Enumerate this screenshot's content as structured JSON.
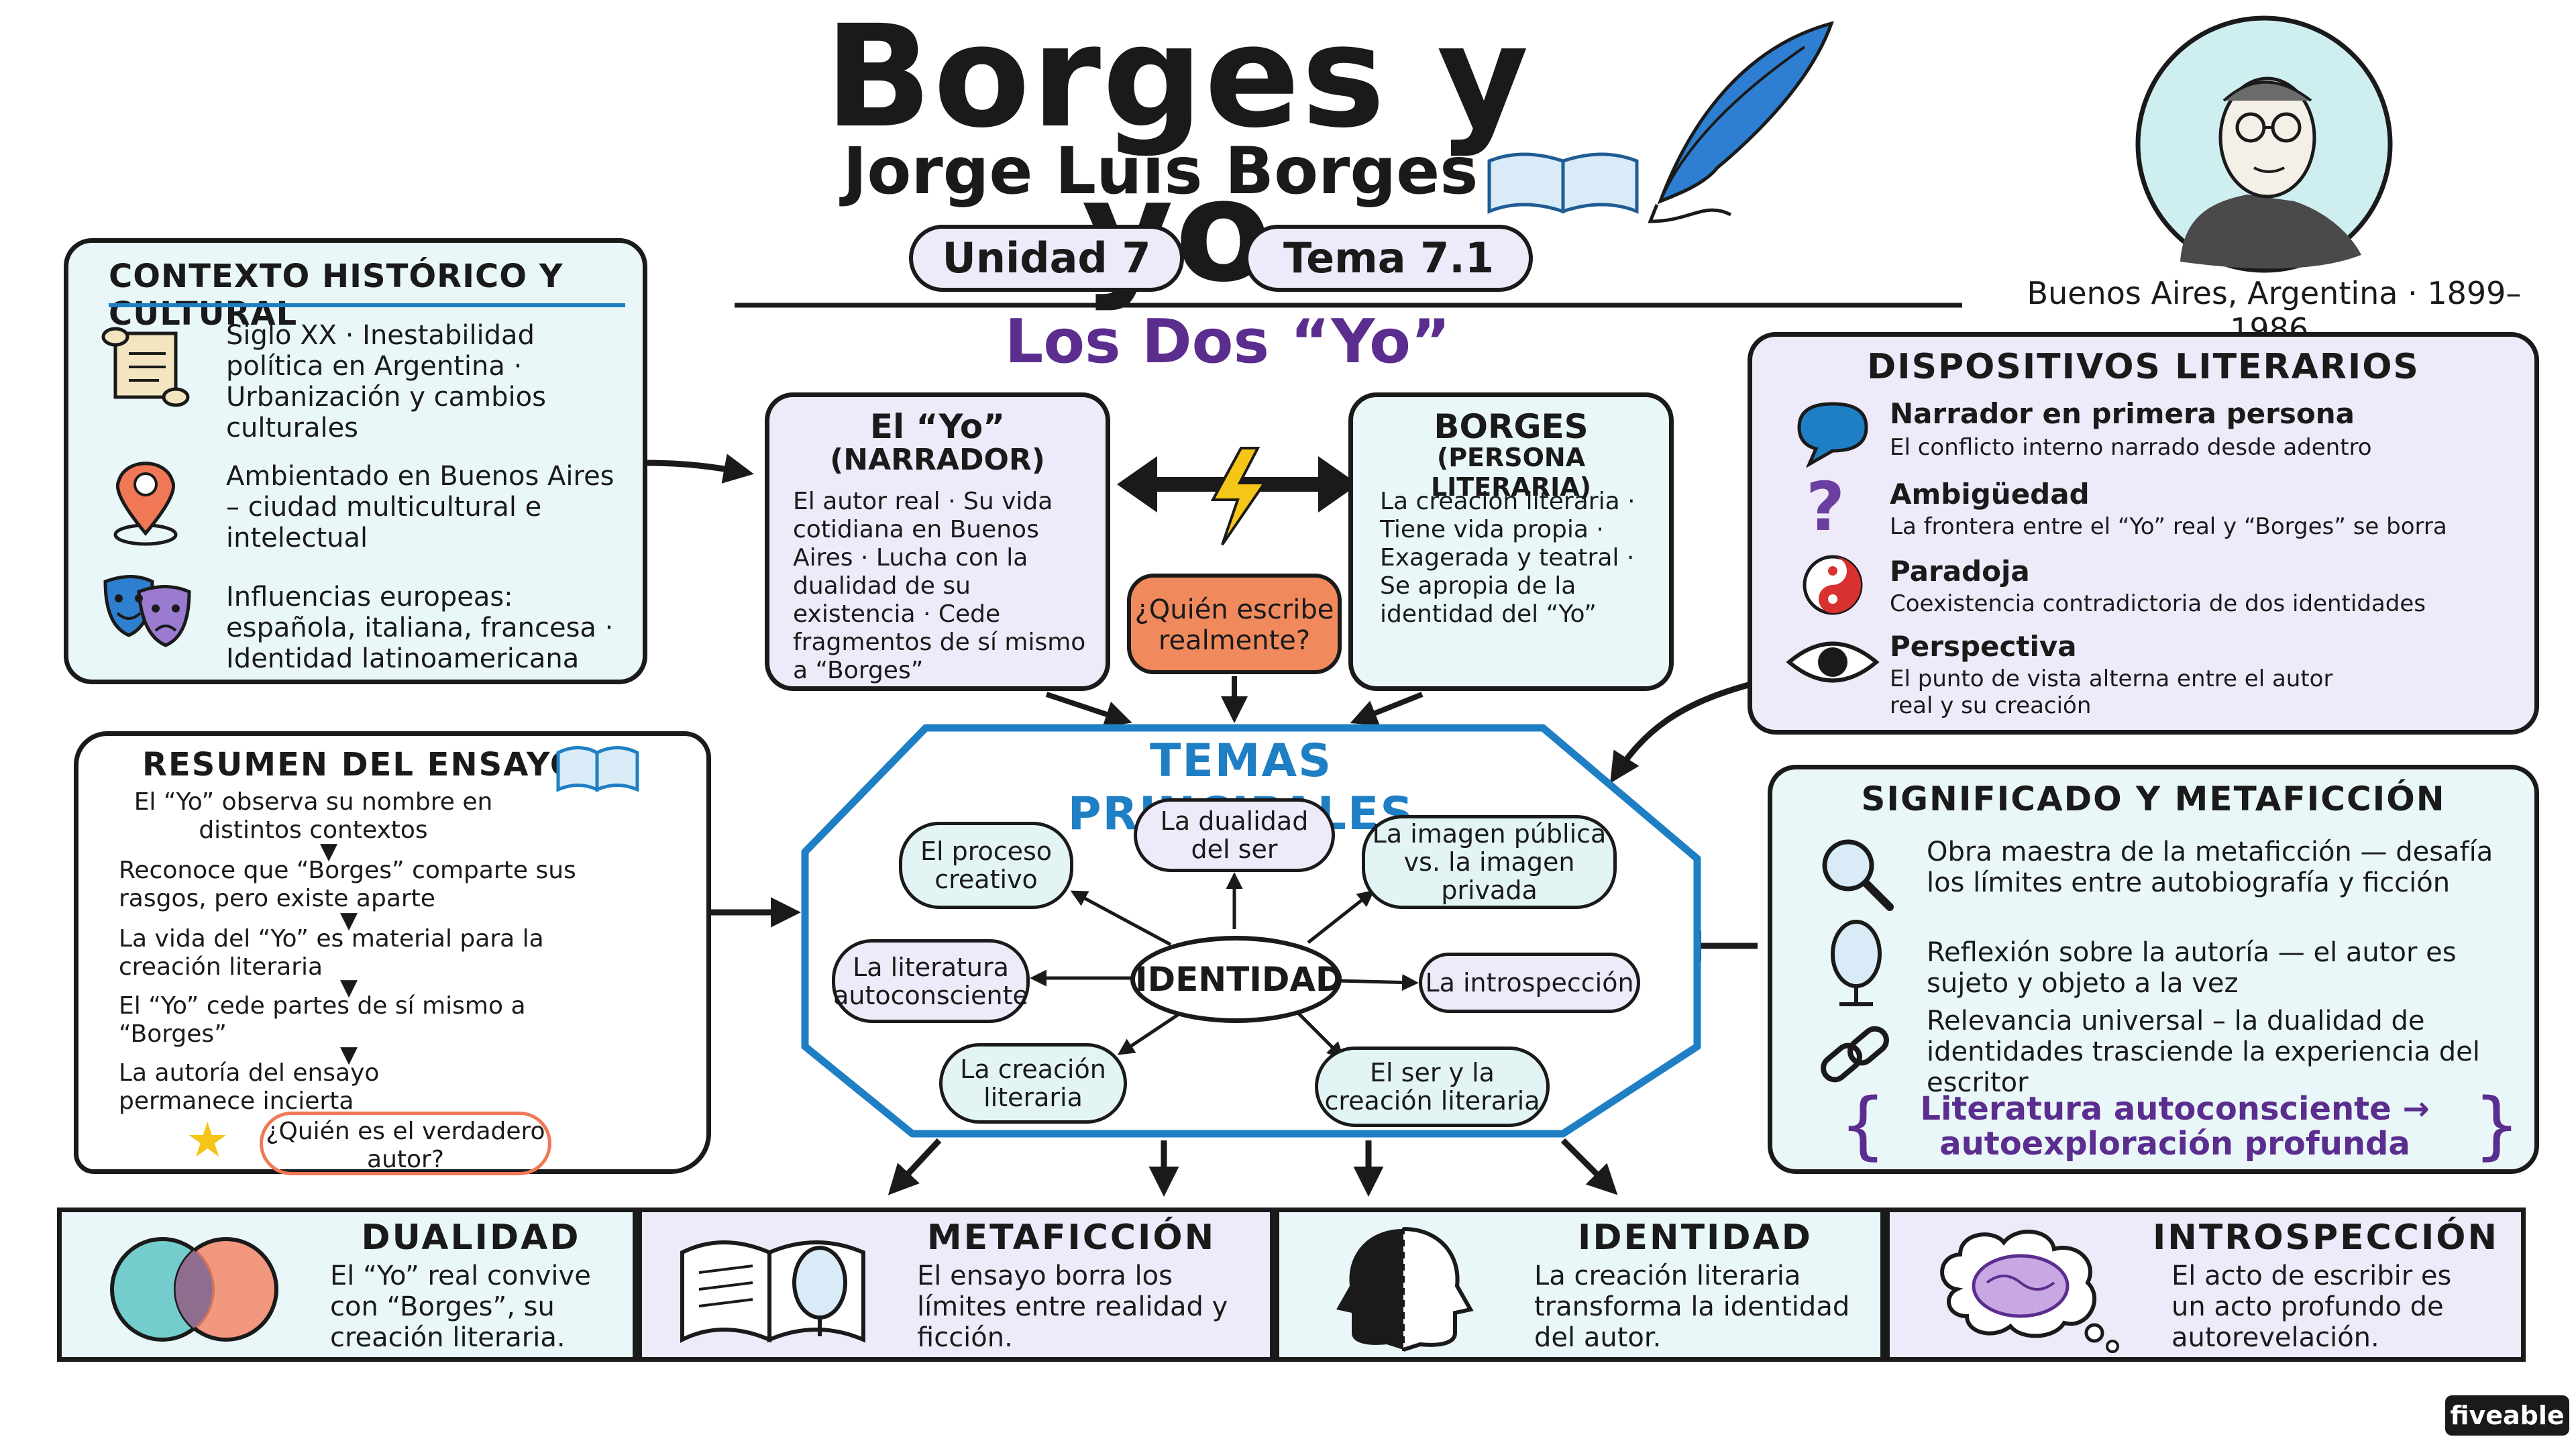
{
  "header": {
    "title": "Borges y yo",
    "author": "Jorge Luis Borges",
    "unit": "Unidad 7",
    "topic": "Tema 7.1",
    "portrait_caption": "Buenos Aires, Argentina · 1899–1986.",
    "section_title": "Los Dos “Yo”"
  },
  "context": {
    "title": "Contexto histórico y cultural",
    "items": [
      {
        "icon": "scroll-icon",
        "text": "Siglo XX · Inestabilidad política en Argentina · Urbanización y cambios culturales"
      },
      {
        "icon": "location-pin-icon",
        "text": "Ambientado en Buenos Aires – ciudad multicultural e intelectual"
      },
      {
        "icon": "theater-masks-icon",
        "text": "Influencias europeas: española, italiana, francesa · Identidad latinoamericana"
      }
    ]
  },
  "yo_box": {
    "title": "El “Yo”",
    "subtitle": "(Narrador)",
    "text": "El autor real · Su vida cotidiana en Buenos Aires · Lucha con la dualidad de su existencia · Cede fragmentos de sí mismo a “Borges”"
  },
  "borges_box": {
    "title": "Borges",
    "subtitle": "(Persona literaria)",
    "text": "La creación literaria · Tiene vida propia · Exagerada y teatral · Se apropia de la identidad del “Yo”"
  },
  "question_bubble": "¿Quién escribe realmente?",
  "devices": {
    "title": "Dispositivos literarios",
    "items": [
      {
        "icon": "speech-bubble-icon",
        "title": "Narrador en primera persona",
        "text": "El conflicto interno narrado desde adentro"
      },
      {
        "icon": "question-mark-icon",
        "title": "Ambigüedad",
        "text": "La frontera entre el “Yo” real y “Borges” se borra"
      },
      {
        "icon": "yin-yang-icon",
        "title": "Paradoja",
        "text": "Coexistencia contradictoria de dos identidades"
      },
      {
        "icon": "eye-icon",
        "title": "Perspectiva",
        "text": "El punto de vista alterna entre el autor real y su creación"
      }
    ]
  },
  "summary": {
    "title": "Resumen del ensayo",
    "steps": [
      "El “Yo” observa su nombre en distintos contextos",
      "Reconoce que “Borges” comparte sus rasgos, pero existe aparte",
      "La vida del “Yo” es material para la creación literaria",
      "El “Yo” cede partes de sí mismo a “Borges”",
      "La autoría del ensayo permanece incierta"
    ],
    "question": "¿Quién es el verdadero autor?"
  },
  "themes": {
    "title": "Temas principales",
    "center": "Identidad",
    "nodes": [
      "El proceso creativo",
      "La dualidad del ser",
      "La imagen pública vs. la imagen privada",
      "La literatura autoconsciente",
      "La introspección",
      "La creación literaria",
      "El ser y la creación literaria"
    ]
  },
  "meaning": {
    "title": "Significado y metaficción",
    "items": [
      {
        "icon": "magnifier-icon",
        "text": "Obra maestra de la metaficción — desafía los límites entre autobiografía y ficción"
      },
      {
        "icon": "mirror-icon",
        "text": "Reflexión sobre la autoría — el autor es sujeto y objeto a la vez"
      },
      {
        "icon": "chain-link-icon",
        "text": "Relevancia universal – la dualidad de identidades trasciende la experiencia del escritor"
      }
    ],
    "conclusion": "Literatura autoconsciente → autoexploración profunda"
  },
  "bottom": [
    {
      "icon": "venn-diagram-icon",
      "title": "Dualidad",
      "text": "El “Yo” real convive con “Borges”, su creación literaria."
    },
    {
      "icon": "book-mirror-icon",
      "title": "Metaficción",
      "text": "El ensayo borra los límites entre realidad y ficción."
    },
    {
      "icon": "split-face-icon",
      "title": "Identidad",
      "text": "La creación literaria transforma la identidad del autor."
    },
    {
      "icon": "brain-icon",
      "title": "Introspección",
      "text": "El acto de escribir es un acto profundo de autorevelación."
    }
  ],
  "brand": "fiveable",
  "colors": {
    "cream": "#eaf7f8",
    "lavender": "#efeafa",
    "blue": "#1f7fc4",
    "purple": "#5b2d8e",
    "orange": "#f08a5d"
  }
}
